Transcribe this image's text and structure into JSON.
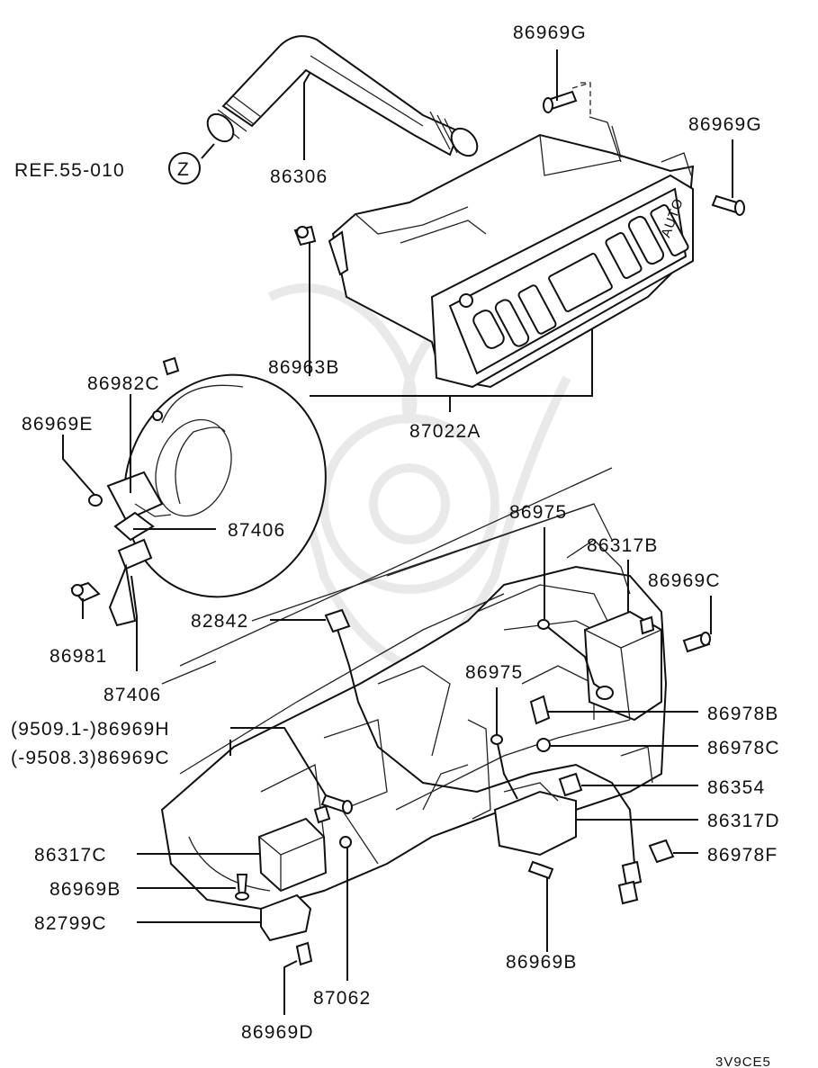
{
  "labels": {
    "p86969G_top": "86969G",
    "p86969G_right": "86969G",
    "ref": "REF.55-010",
    "ref_circle": "Z",
    "p86306": "86306",
    "p86963B": "86963B",
    "p87022A": "87022A",
    "p86982C": "86982C",
    "p86969E": "86969E",
    "p87406_a": "87406",
    "p86981": "86981",
    "p87406_b": "87406",
    "p86975_a": "86975",
    "p86317B": "86317B",
    "p86969C": "86969C",
    "p82842": "82842",
    "p86975_b": "86975",
    "p86978B": "86978B",
    "p86969H": "(9509.1-)86969H",
    "p86969C_b": "(-9508.3)86969C",
    "p86978C": "86978C",
    "p86354": "86354",
    "p86317D": "86317D",
    "p86317C": "86317C",
    "p86978F": "86978F",
    "p86969B_a": "86969B",
    "p82799C": "82799C",
    "p86969B_b": "86969B",
    "p87062": "87062",
    "p86969D": "86969D",
    "code": "3V9CE5"
  },
  "panel_text": {
    "auto": "AUTO"
  }
}
